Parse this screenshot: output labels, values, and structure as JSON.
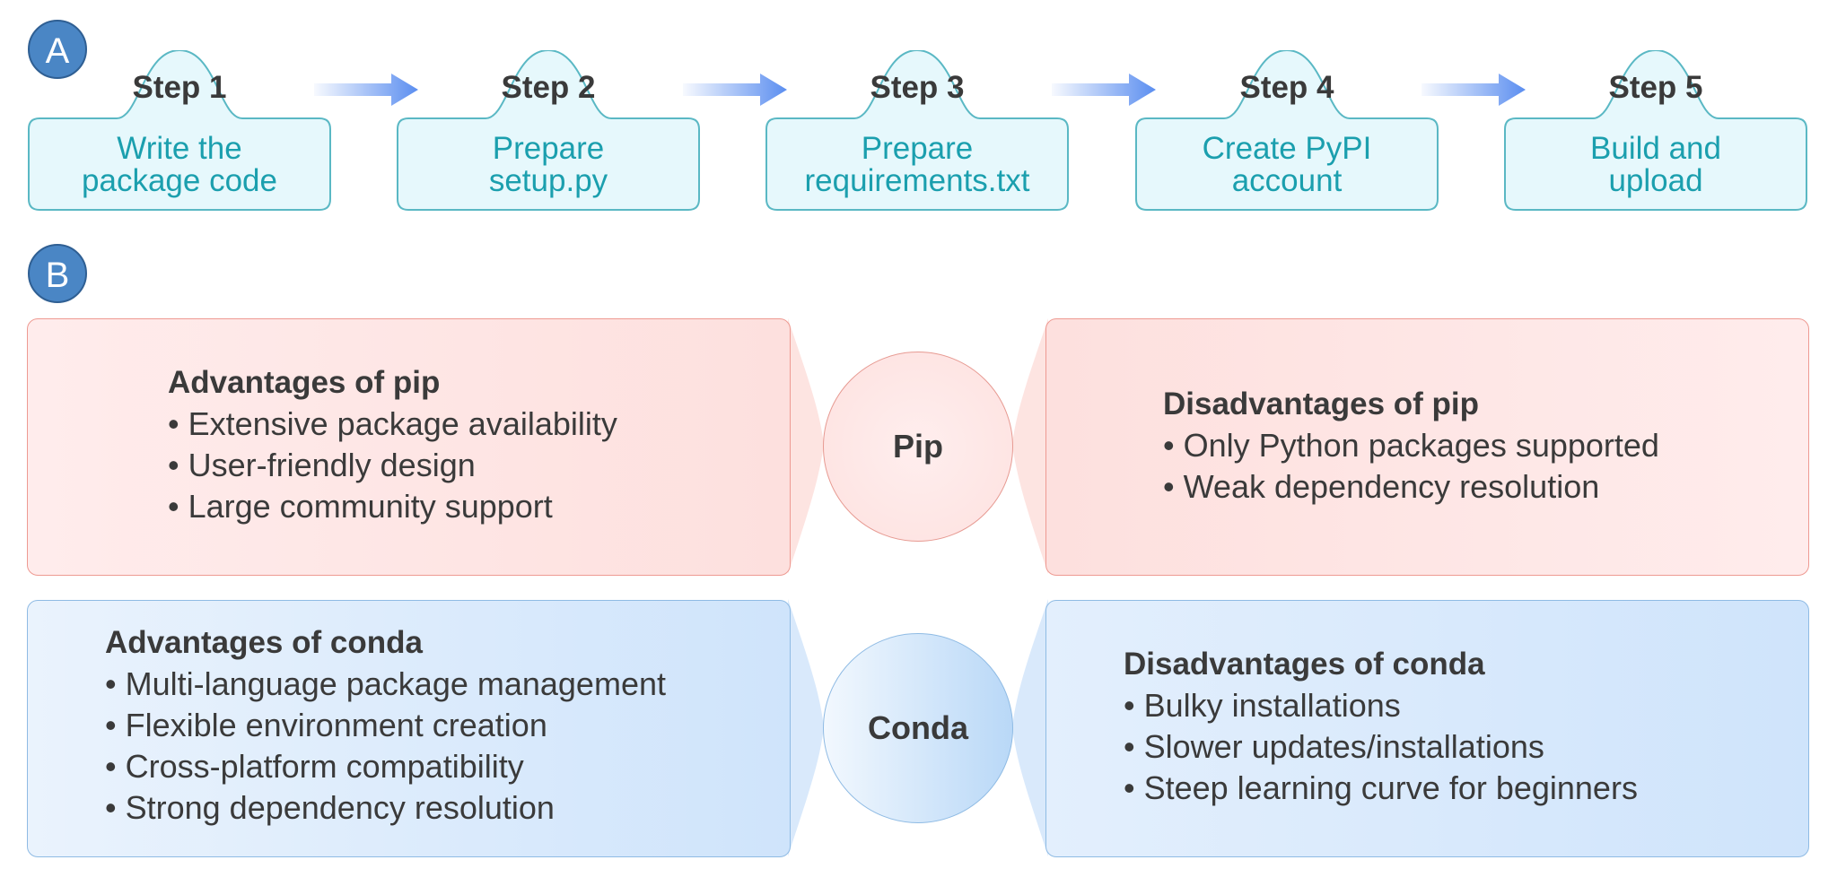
{
  "section_a": {
    "label": "A"
  },
  "section_b": {
    "label": "B"
  },
  "steps": [
    {
      "title": "Step 1",
      "line1": "Write the",
      "line2": "package code"
    },
    {
      "title": "Step 2",
      "line1": "Prepare",
      "line2": "setup.py"
    },
    {
      "title": "Step 3",
      "line1": "Prepare",
      "line2": "requirements.txt"
    },
    {
      "title": "Step 4",
      "line1": "Create PyPI",
      "line2": "account"
    },
    {
      "title": "Step 5",
      "line1": "Build and",
      "line2": "upload"
    }
  ],
  "pip": {
    "hub_label": "Pip",
    "advantages": {
      "title": "Advantages of pip",
      "items": [
        "• Extensive package availability",
        "• User-friendly design",
        "• Large community support"
      ]
    },
    "disadvantages": {
      "title": "Disadvantages of pip",
      "items": [
        "• Only Python packages supported",
        "• Weak dependency resolution"
      ]
    }
  },
  "conda": {
    "hub_label": "Conda",
    "advantages": {
      "title": "Advantages of conda",
      "items": [
        "• Multi-language package management",
        "• Flexible environment creation",
        "• Cross-platform compatibility",
        "• Strong dependency resolution"
      ]
    },
    "disadvantages": {
      "title": "Disadvantages of conda",
      "items": [
        "• Bulky installations",
        "• Slower updates/installations",
        "• Steep learning curve for beginners"
      ]
    }
  },
  "colors": {
    "badge": "#4a86c5",
    "step_border": "#5ab8c4",
    "step_fill": "#e6f8fc",
    "step_text": "#1b9fae",
    "arrow": "#5b8ef0",
    "pip_border": "#ee9a92",
    "conda_border": "#8fbbe4"
  }
}
